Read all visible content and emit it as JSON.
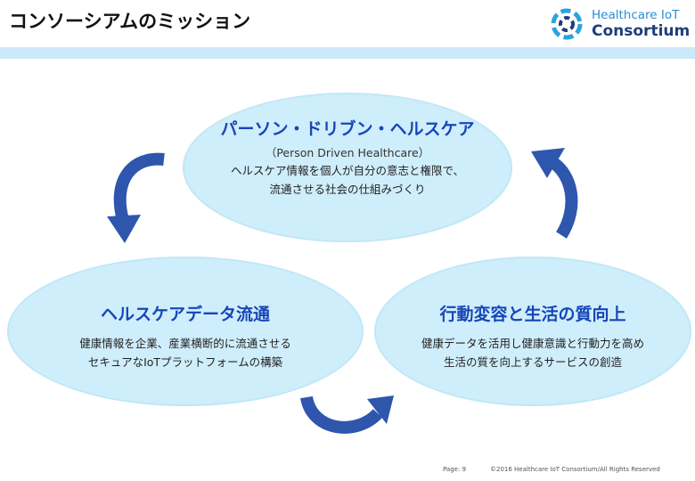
{
  "slide": {
    "title": "コンソーシアムのミッション",
    "logo": {
      "line1": "Healthcare IoT",
      "line2": "Consortium"
    }
  },
  "diagram": {
    "top": {
      "heading": "パーソン・ドリブン・ヘルスケア",
      "subheading": "（Person Driven Healthcare）",
      "line1": "ヘルスケア情報を個人が自分の意志と権限で、",
      "line2": "流通させる社会の仕組みづくり"
    },
    "left": {
      "heading": "ヘルスケアデータ流通",
      "line1": "健康情報を企業、産業横断的に流通させる",
      "line2": "セキュアなIoTプラットフォームの構築"
    },
    "right": {
      "heading": "行動変容と生活の質向上",
      "line1": "健康データを活用し健康意識と行動力を高め",
      "line2": "生活の質を向上するサービスの創造"
    },
    "colors": {
      "ellipse": "#cfeefb",
      "heading": "#1746b8",
      "arrow": "#2e56ad"
    }
  },
  "footer": {
    "page": "Page: 9",
    "copyright": "©2016 Healthcare IoT Consortium/All Rights Reserved"
  }
}
